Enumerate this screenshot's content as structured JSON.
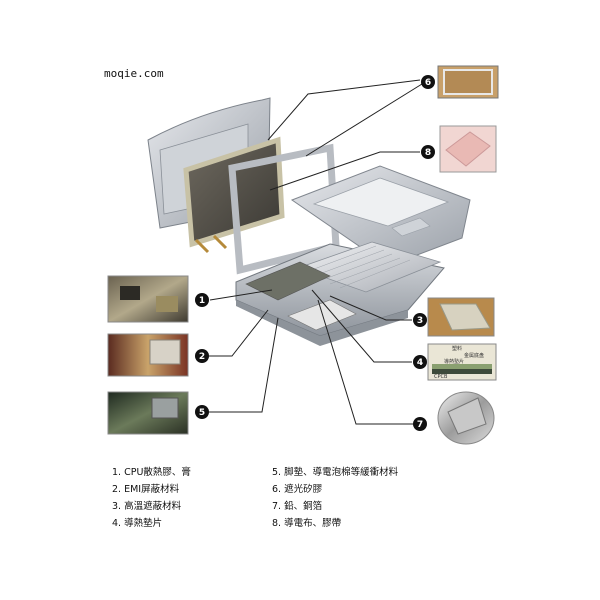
{
  "watermark": "moqie.com",
  "callouts": [
    "1",
    "2",
    "3",
    "4",
    "5",
    "6",
    "7",
    "8"
  ],
  "inset4_text": {
    "a": "塑料",
    "b": "金属底盘",
    "c": "導熱墊片",
    "d": "CPCB"
  },
  "legend": [
    {
      "text": "1. CPU散熱膠、膏"
    },
    {
      "text": "2. EMI屏蔽材料"
    },
    {
      "text": "3. 高溫遮蔽材料"
    },
    {
      "text": "4. 導熱墊片"
    },
    {
      "text": "5. 脚墊、導電泡棉等緩衝材料"
    },
    {
      "text": "6. 遮光矽膠"
    },
    {
      "text": "7. 鉛、銅箔"
    },
    {
      "text": "8. 導電布、膠帶"
    }
  ]
}
